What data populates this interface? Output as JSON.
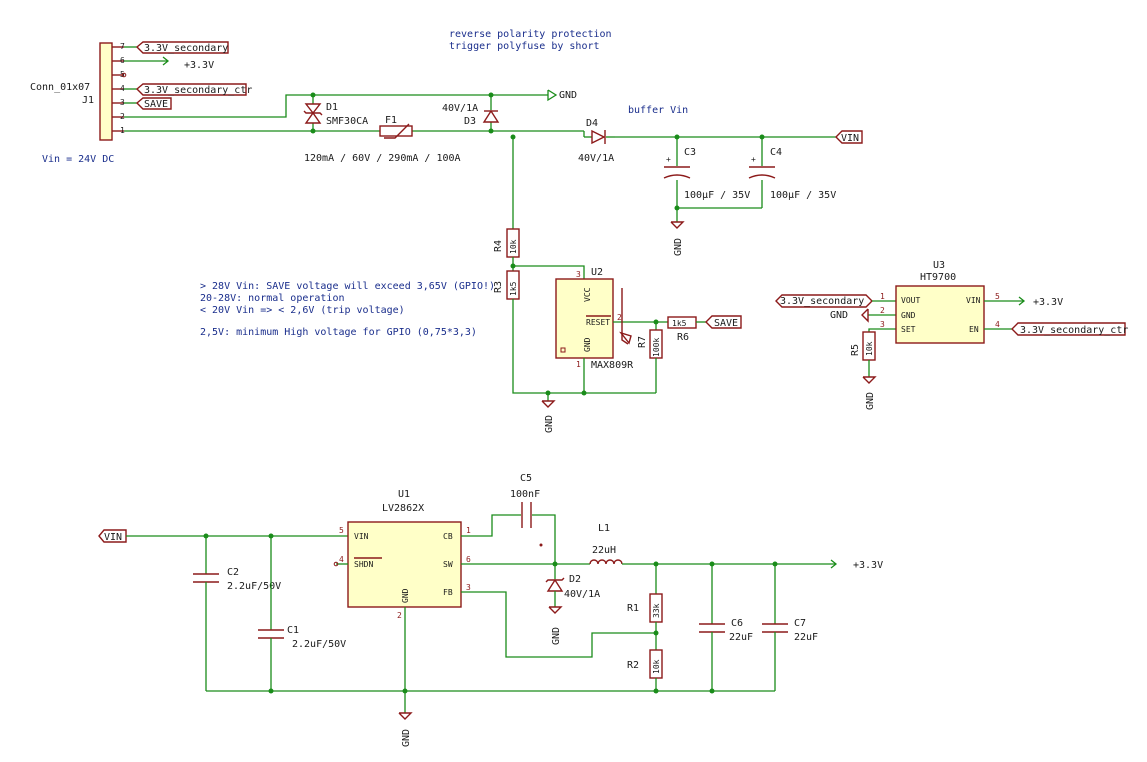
{
  "notes": {
    "title_line1": "reverse polarity protection",
    "title_line2": "trigger polyfuse by short",
    "buffer": "buffer Vin",
    "vin_dc": "Vin = 24V DC",
    "warn1": "> 28V Vin: SAVE voltage will exceed 3,65V (GPIO!)",
    "warn2": "20-28V: normal operation",
    "warn3": "< 20V Vin => < 2,6V (trip voltage)",
    "warn4": "2,5V: minimum High voltage for GPIO (0,75*3,3)"
  },
  "connector": {
    "ref": "J1",
    "value": "Conn_01x07",
    "pins": [
      "1",
      "2",
      "3",
      "4",
      "5",
      "6",
      "7"
    ]
  },
  "labels": {
    "secondary": "3.3V_secondary",
    "secondary_ctr": "3.3V_secondary_ctr",
    "save": "SAVE",
    "vin": "VIN"
  },
  "power": {
    "p33": "+3.3V",
    "gnd": "GND"
  },
  "components": {
    "d1": {
      "ref": "D1",
      "value": "SMF30CA"
    },
    "f1": {
      "ref": "F1",
      "value": "120mA / 60V / 290mA / 100A"
    },
    "d3": {
      "ref": "D3",
      "value": "40V/1A"
    },
    "d4": {
      "ref": "D4",
      "value": "40V/1A"
    },
    "c3": {
      "ref": "C3",
      "value": "100µF / 35V"
    },
    "c4": {
      "ref": "C4",
      "value": "100µF / 35V"
    },
    "r4": {
      "ref": "R4",
      "value": "10k"
    },
    "r3": {
      "ref": "R3",
      "value": "1k5"
    },
    "u2": {
      "ref": "U2",
      "value": "MAX809R",
      "pin_vcc": "VCC",
      "pin_gnd": "GND",
      "pin_reset": "RESET",
      "pin1": "1",
      "pin2": "2",
      "pin3": "3"
    },
    "r7": {
      "ref": "R7",
      "value": "100k"
    },
    "r6": {
      "ref": "R6",
      "value": "1k5"
    },
    "u3": {
      "ref": "U3",
      "value": "HT9700",
      "pin_vout": "VOUT",
      "pin_gnd": "GND",
      "pin_set": "SET",
      "pin_vin": "VIN",
      "pin_en": "EN",
      "pin1": "1",
      "pin2": "2",
      "pin3": "3",
      "pin4": "4",
      "pin5": "5"
    },
    "r5": {
      "ref": "R5",
      "value": "10k"
    },
    "u1": {
      "ref": "U1",
      "value": "LV2862X",
      "pin_vin": "VIN",
      "pin_shdn": "SHDN",
      "pin_gnd": "GND",
      "pin_cb": "CB",
      "pin_sw": "SW",
      "pin_fb": "FB",
      "pin1": "1",
      "pin2": "2",
      "pin3": "3",
      "pin4": "4",
      "pin5": "5",
      "pin6": "6"
    },
    "c5": {
      "ref": "C5",
      "value": "100nF"
    },
    "l1": {
      "ref": "L1",
      "value": "22uH"
    },
    "d2": {
      "ref": "D2",
      "value": "40V/1A"
    },
    "r1": {
      "ref": "R1",
      "value": "33k"
    },
    "r2": {
      "ref": "R2",
      "value": "10k"
    },
    "c6": {
      "ref": "C6",
      "value": "22uF"
    },
    "c7": {
      "ref": "C7",
      "value": "22uF"
    },
    "c2": {
      "ref": "C2",
      "value": "2.2uF/50V"
    },
    "c1": {
      "ref": "C1",
      "value": "2.2uF/50V"
    }
  }
}
